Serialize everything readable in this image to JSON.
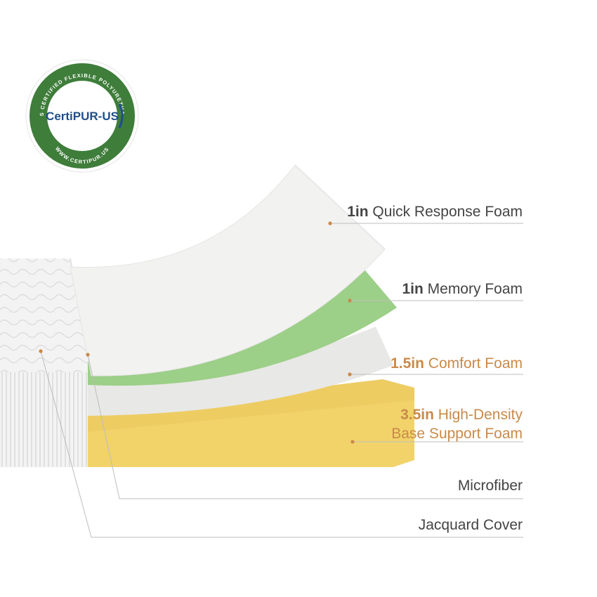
{
  "badge": {
    "brand": "CertiPUR-US",
    "ring_text_top": "CONTAINS CERTIFIED FLEXIBLE POLYURETHANE FOAM",
    "ring_text_bottom": "WWW.CERTIPUR.US",
    "ring_color": "#3e7d3a",
    "brand_color": "#1f4e8a"
  },
  "layers": [
    {
      "thickness": "1in",
      "name": "Quick Response Foam",
      "color": "#f2f2f0"
    },
    {
      "thickness": "1in",
      "name": "Memory Foam",
      "color": "#9ccf87"
    },
    {
      "thickness": "1.5in",
      "name": "Comfort Foam",
      "color": "#e8e8e6"
    },
    {
      "thickness": "3.5in",
      "name": "High-Density",
      "name_line2": "Base Support Foam",
      "color": "#f1d36a"
    }
  ],
  "components": [
    {
      "name": "Microfiber"
    },
    {
      "name": "Jacquard Cover"
    }
  ],
  "accent_color": "#c98a4a"
}
